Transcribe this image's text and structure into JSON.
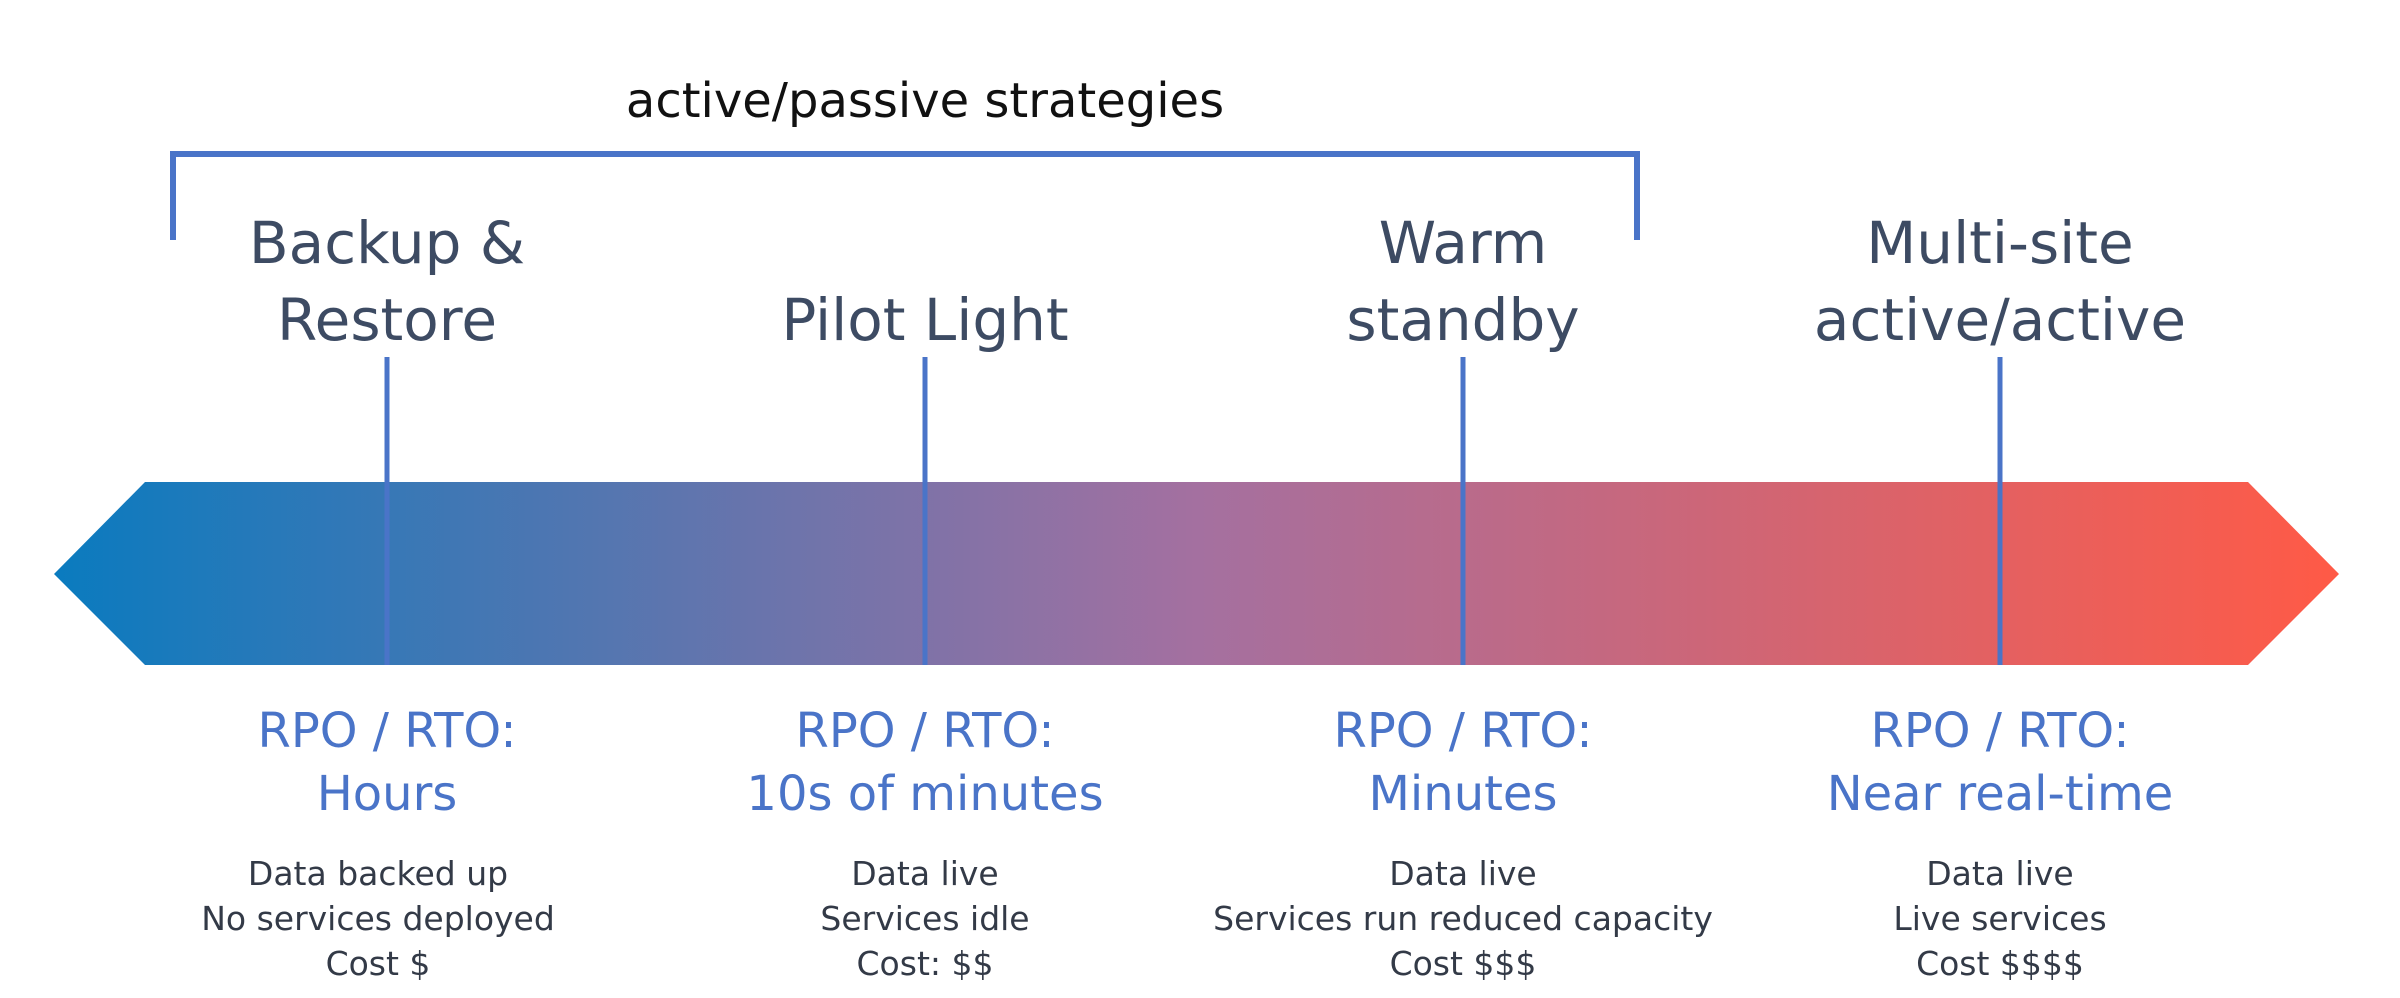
{
  "group": {
    "label": "active/passive strategies"
  },
  "strategies": [
    {
      "title_lines": [
        "Backup &",
        "Restore"
      ],
      "rpo_label": "RPO / RTO:",
      "rpo_value": "Hours",
      "details": [
        "Data backed up",
        "No services deployed",
        "Cost $"
      ]
    },
    {
      "title_lines": [
        "Pilot Light"
      ],
      "rpo_label": "RPO / RTO:",
      "rpo_value": "10s of minutes",
      "details": [
        "Data live",
        "Services idle",
        "Cost: $$"
      ]
    },
    {
      "title_lines": [
        "Warm",
        "standby"
      ],
      "rpo_label": "RPO / RTO:",
      "rpo_value": "Minutes",
      "details": [
        "Data live",
        "Services run reduced capacity",
        "Cost $$$"
      ]
    },
    {
      "title_lines": [
        "Multi-site",
        "active/active"
      ],
      "rpo_label": "RPO / RTO:",
      "rpo_value": "Near real-time",
      "details": [
        "Data live",
        "Live services",
        "Cost $$$$"
      ]
    }
  ],
  "colors": {
    "gradient_start": "#0a7bbf",
    "gradient_middle": "#a470a0",
    "gradient_end": "#ff5a46",
    "accent_blue": "#4a74c8",
    "title_text": "#3d4b63",
    "detail_text": "#333a47"
  }
}
